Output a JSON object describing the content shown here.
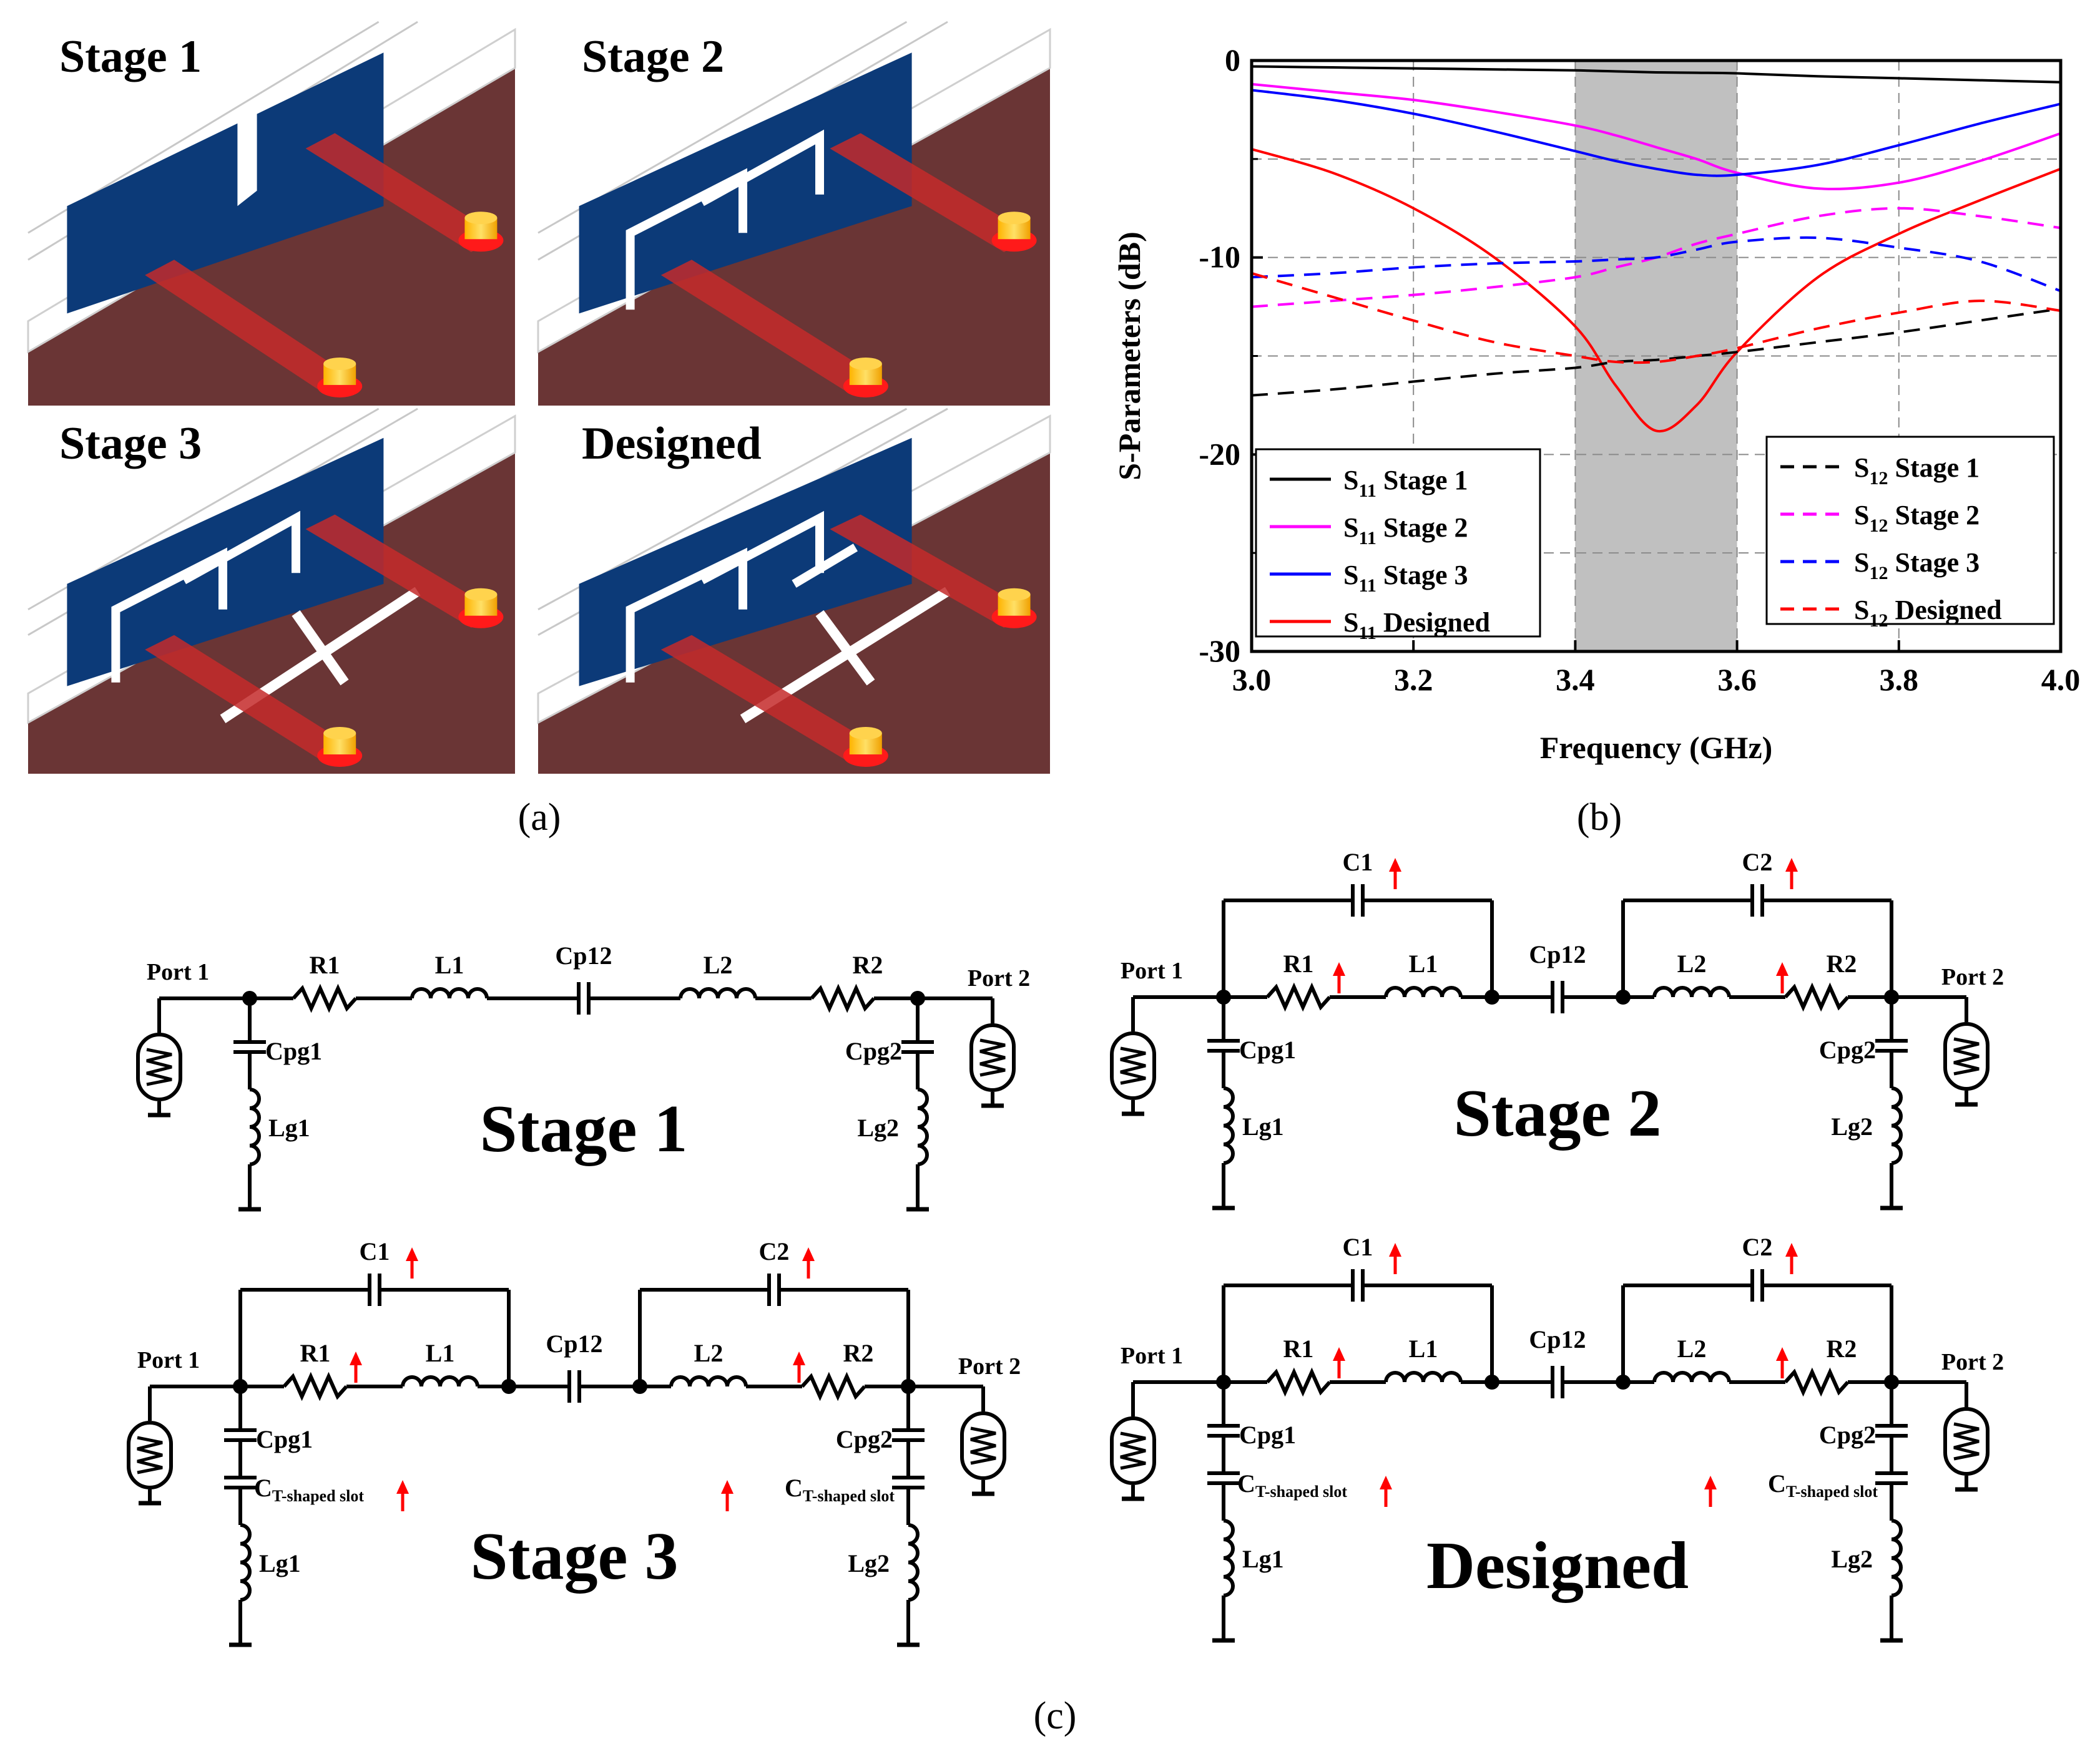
{
  "panel_a": {
    "stage_labels": [
      "Stage 1",
      "Stage 2",
      "Stage 3",
      "Designed"
    ],
    "caption": "(a)",
    "colors": {
      "substrate": "#6a3535",
      "patch": "#0c3a78",
      "feed": "#c42a2a",
      "port_ring": "#ff1a1a",
      "port_cap": "#f5c518",
      "background": "#ffffff"
    }
  },
  "panel_b": {
    "caption": "(b)",
    "legend_left": [
      {
        "main": "S",
        "sub": "11",
        "tail": " Stage 1"
      },
      {
        "main": "S",
        "sub": "11",
        "tail": " Stage 2"
      },
      {
        "main": "S",
        "sub": "11",
        "tail": " Stage 3"
      },
      {
        "main": "S",
        "sub": "11",
        "tail": " Designed"
      }
    ],
    "legend_right": [
      {
        "main": "S",
        "sub": "12",
        "tail": " Stage 1"
      },
      {
        "main": "S",
        "sub": "12",
        "tail": " Stage 2"
      },
      {
        "main": "S",
        "sub": "12",
        "tail": " Stage 3"
      },
      {
        "main": "S",
        "sub": "12",
        "tail": " Designed"
      }
    ]
  },
  "chart_data": {
    "type": "line",
    "xlabel": "Frequency (GHz)",
    "ylabel": "S-Parameters (dB)",
    "xlim": [
      3.0,
      4.0
    ],
    "ylim": [
      -30,
      0
    ],
    "xticks": [
      "3.0",
      "3.2",
      "3.4",
      "3.6",
      "3.8",
      "4.0"
    ],
    "yticks": [
      "0",
      "-10",
      "-20",
      "-30"
    ],
    "grid": true,
    "shaded_band": [
      3.4,
      3.6
    ],
    "x": [
      3.0,
      3.1,
      3.2,
      3.3,
      3.4,
      3.45,
      3.5,
      3.55,
      3.6,
      3.7,
      3.8,
      3.9,
      4.0
    ],
    "series": [
      {
        "name": "S11 Stage 1",
        "color": "#000000",
        "dash": "solid",
        "values": [
          -0.3,
          -0.35,
          -0.4,
          -0.45,
          -0.5,
          -0.55,
          -0.6,
          -0.62,
          -0.65,
          -0.8,
          -0.9,
          -1.0,
          -1.1
        ]
      },
      {
        "name": "S11 Stage 2",
        "color": "#ff00ff",
        "dash": "solid",
        "values": [
          -1.2,
          -1.6,
          -2.0,
          -2.6,
          -3.3,
          -3.8,
          -4.4,
          -5.0,
          -5.7,
          -6.5,
          -6.2,
          -5.1,
          -3.7
        ]
      },
      {
        "name": "S11 Stage 3",
        "color": "#0000ff",
        "dash": "solid",
        "values": [
          -1.5,
          -2.0,
          -2.7,
          -3.6,
          -4.6,
          -5.1,
          -5.5,
          -5.8,
          -5.8,
          -5.3,
          -4.3,
          -3.2,
          -2.2
        ]
      },
      {
        "name": "S11 Designed",
        "color": "#ff0000",
        "dash": "solid",
        "values": [
          -4.5,
          -5.7,
          -7.5,
          -10.0,
          -13.5,
          -16.5,
          -18.8,
          -17.5,
          -14.8,
          -11.0,
          -8.8,
          -7.1,
          -5.5
        ]
      },
      {
        "name": "S12 Stage 1",
        "color": "#000000",
        "dash": "dashed",
        "values": [
          -17.0,
          -16.7,
          -16.3,
          -15.9,
          -15.6,
          -15.3,
          -15.2,
          -15.0,
          -14.8,
          -14.3,
          -13.8,
          -13.2,
          -12.6
        ]
      },
      {
        "name": "S12 Stage 2",
        "color": "#ff00ff",
        "dash": "dashed",
        "values": [
          -12.5,
          -12.2,
          -11.9,
          -11.5,
          -11.0,
          -10.5,
          -10.0,
          -9.3,
          -8.8,
          -7.9,
          -7.5,
          -7.9,
          -8.5
        ]
      },
      {
        "name": "S12 Stage 3",
        "color": "#0000ff",
        "dash": "dashed",
        "values": [
          -11.0,
          -10.8,
          -10.5,
          -10.3,
          -10.2,
          -10.1,
          -10.0,
          -9.6,
          -9.2,
          -9.0,
          -9.5,
          -10.2,
          -11.7
        ]
      },
      {
        "name": "S12 Designed",
        "color": "#ff0000",
        "dash": "dashed",
        "values": [
          -10.8,
          -12.0,
          -13.2,
          -14.3,
          -15.0,
          -15.3,
          -15.3,
          -15.0,
          -14.6,
          -13.6,
          -12.8,
          -12.2,
          -12.7
        ]
      }
    ]
  },
  "panel_c": {
    "caption": "(c)",
    "stage_titles": [
      "Stage 1",
      "Stage 2",
      "Stage 3",
      "Designed"
    ],
    "labels": {
      "port1": "Port 1",
      "port2": "Port 2",
      "r1": "R1",
      "r2": "R2",
      "l1": "L1",
      "l2": "L2",
      "cp12": "Cp12",
      "c1": "C1",
      "c2": "C2",
      "cpg1": "Cpg1",
      "cpg2": "Cpg2",
      "lg1": "Lg1",
      "lg2": "Lg2",
      "ct_main": "C",
      "ct_sub": "T-shaped slot"
    }
  }
}
